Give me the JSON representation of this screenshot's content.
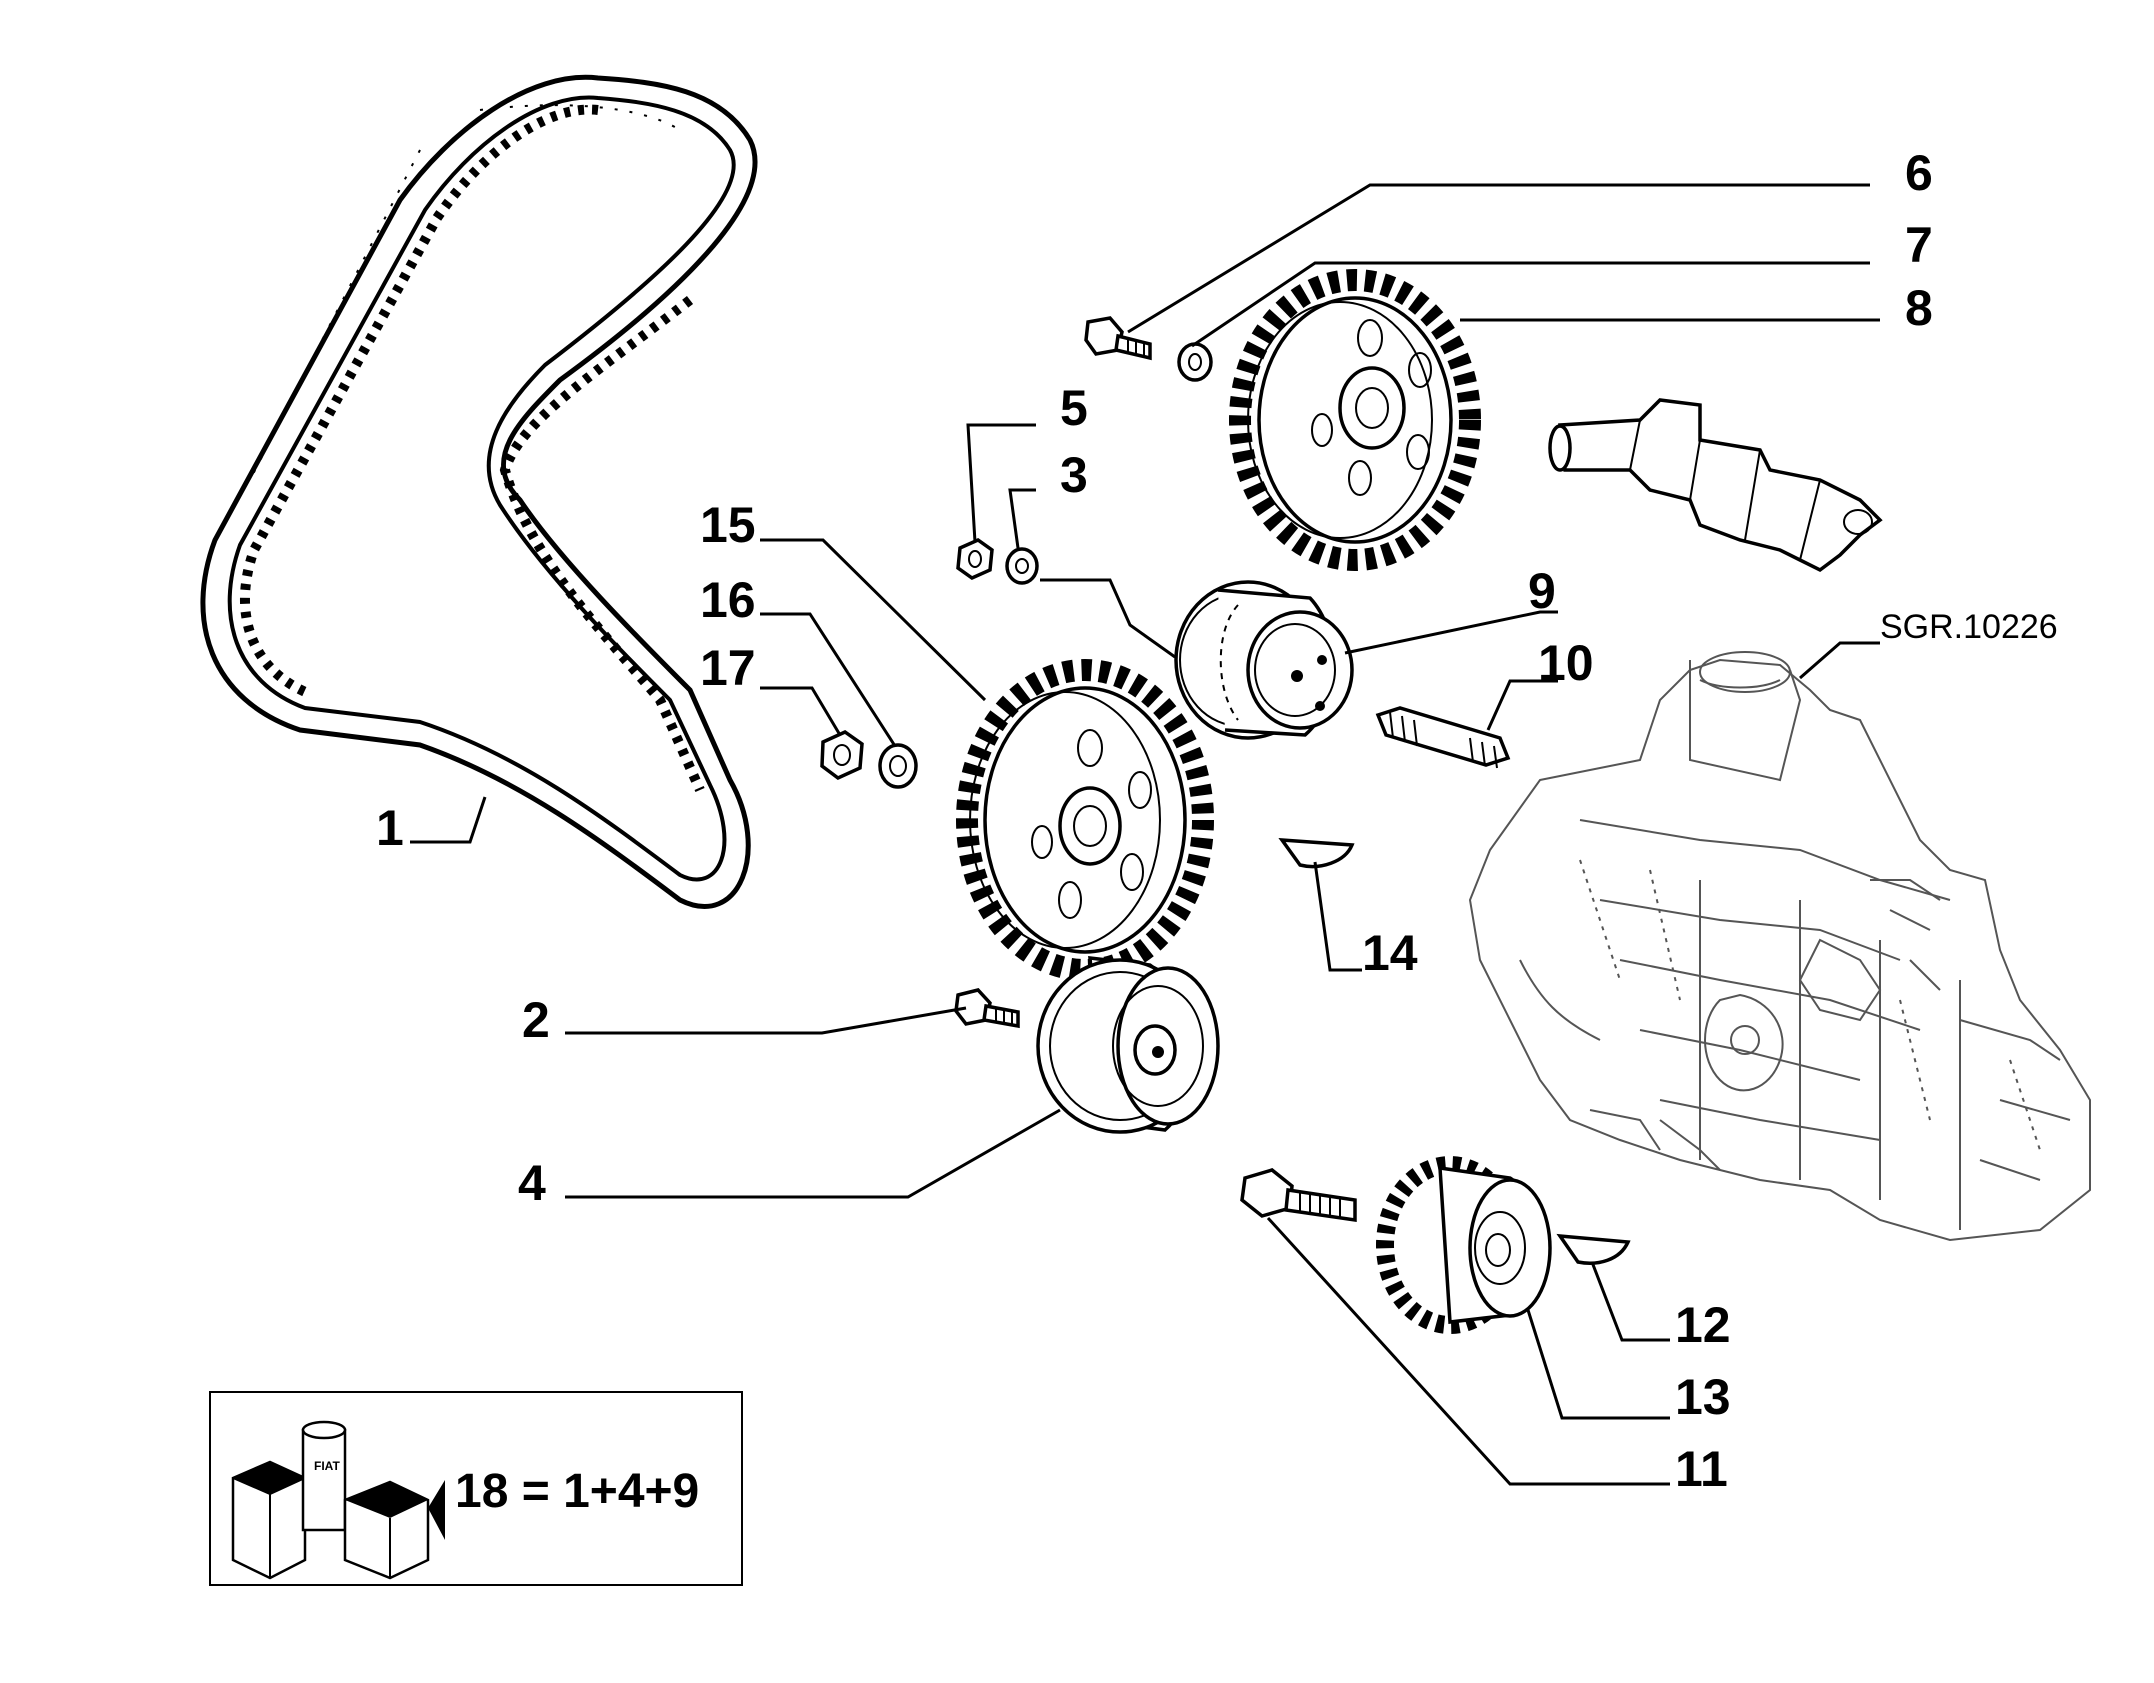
{
  "reference": "SGR.10226",
  "callouts": {
    "c1": "1",
    "c2": "2",
    "c3": "3",
    "c4": "4",
    "c5": "5",
    "c6": "6",
    "c7": "7",
    "c8": "8",
    "c9": "9",
    "c10": "10",
    "c11": "11",
    "c12": "12",
    "c13": "13",
    "c14": "14",
    "c15": "15",
    "c16": "16",
    "c17": "17"
  },
  "kit": {
    "formula": "18 = 1+4+9",
    "brand_mark": "FIAT"
  }
}
